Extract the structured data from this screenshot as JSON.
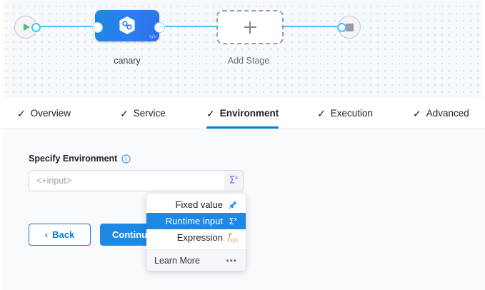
{
  "canvas": {
    "start_node": {
      "name": "start-node",
      "icon": "play-icon"
    },
    "end_node": {
      "name": "end-node",
      "icon": "stop-icon"
    },
    "stage": {
      "label": "canary",
      "icon": "harness-hexagon-icon",
      "code_badge": "</>"
    },
    "add_stage": {
      "label": "Add Stage",
      "icon": "plus-icon"
    }
  },
  "tabs": [
    {
      "label": "Overview",
      "check": "✓",
      "active": false
    },
    {
      "label": "Service",
      "check": "✓",
      "active": false
    },
    {
      "label": "Environment",
      "check": "✓",
      "active": true
    },
    {
      "label": "Execution",
      "check": "✓",
      "active": false
    },
    {
      "label": "Advanced",
      "check": "✓",
      "active": false
    }
  ],
  "form": {
    "field_label": "Specify Environment",
    "info_icon": "info-icon",
    "input_value": "<+input>",
    "input_placeholder": "<+input>",
    "value_type_button": {
      "glyph": "Σ",
      "sup": "x",
      "title": "Runtime input"
    },
    "back_button": {
      "label": "Back",
      "chevron": "‹"
    },
    "continue_button": {
      "label": "Continue"
    }
  },
  "dropdown": {
    "items": [
      {
        "label": "Fixed value",
        "icon": "pin-icon",
        "selected": false
      },
      {
        "label": "Runtime input",
        "icon": "sigma-icon",
        "selected": true
      },
      {
        "label": "Expression",
        "icon": "fx-icon",
        "selected": false
      }
    ],
    "footer": {
      "label": "Learn More",
      "icon": "more-dots-icon",
      "dots": "•••"
    }
  },
  "colors": {
    "accent_blue": "#1e88e5",
    "tab_underline": "#0b7fd4",
    "connector": "#4dc4f5",
    "runtime_purple": "#7c60d8",
    "expression_orange": "#f06c1f",
    "play_green": "#4dbd6f",
    "canvas_bg": "#f7fafc",
    "panel_bg": "#f8fafc"
  }
}
